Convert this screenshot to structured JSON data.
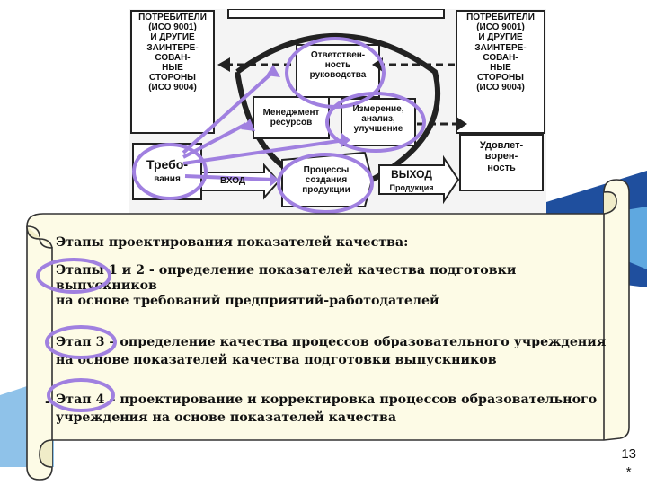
{
  "diagram": {
    "consumers_left": "ПОТРЕБИТЕЛИ\n(ИСО 9001)\nИ ДРУГИЕ\nЗАИНТЕРЕ-\nСОВАН-\nНЫЕ\nСТОРОНЫ\n(ИСО 9004)",
    "consumers_right": "ПОТРЕБИТЕЛИ\n(ИСО 9001)\nИ ДРУГИЕ\nЗАИНТЕРЕ-\nСОВАН-\nНЫЕ\nСТОРОНЫ\n(ИСО 9004)",
    "responsibility": "Ответствен-\nность\nруководства",
    "management": "Менеджмент\nресурсов",
    "measurement": "Измерение,\nанализ,\nулучшение",
    "requirements_line1": "Требо-",
    "requirements_line2": "вания",
    "input": "ВХОД",
    "processes": "Процессы\nсоздания\nпродукции",
    "output_line1": "ВЫХОД",
    "output_line2": "Продукция",
    "satisfaction": "Удовлет-\nворен-\nность"
  },
  "content": {
    "heading": "Этапы проектирования показателей качества:",
    "stage12_line1": "Этапы 1 и 2 - определение показателей качества подготовки",
    "stage12_line2": "выпускников",
    "stage12_line3": "на основе требований предприятий-работодателей",
    "stage3_line1": "Этап 3 – определение качества процессов образовательного учреждения",
    "stage3_line2": "на основе показателей качества подготовки выпускников",
    "stage4_line1": "Этап 4 – проектирование и корректировка процессов образовательного",
    "stage4_line2": "учреждения на основе показателей качества",
    "dash": "-"
  },
  "page": {
    "number": "13",
    "marker": "*"
  },
  "colors": {
    "accent_blue": "#1f4f9e",
    "light_blue": "#5fa8e0",
    "highlight_oval": "#a080e0",
    "scroll_fill": "#fdfbe6"
  }
}
